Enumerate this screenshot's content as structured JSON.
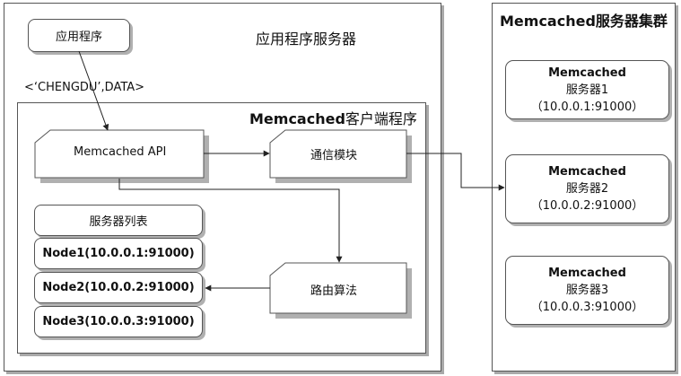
{
  "app_server": {
    "title": "应用程序服务器",
    "app_box": "应用程序",
    "request_label": "<‘CHENGDU’,DATA>"
  },
  "client": {
    "title_bold": "Memcached",
    "title_rest": "客户端程序",
    "api": "Memcached API",
    "comm": "通信模块",
    "routing": "路由算法",
    "server_list": {
      "header": "服务器列表",
      "nodes": [
        "Node1(10.0.0.1:91000)",
        "Node2(10.0.0.2:91000)",
        "Node3(10.0.0.3:91000)"
      ]
    }
  },
  "cluster": {
    "title_bold": "Memcached",
    "title_rest": "服务器集群",
    "servers": [
      {
        "name": "Memcached",
        "label": "服务器1",
        "addr": "（10.0.0.1:91000）"
      },
      {
        "name": "Memcached",
        "label": "服务器2",
        "addr": "（10.0.0.2:91000）"
      },
      {
        "name": "Memcached",
        "label": "服务器3",
        "addr": "（10.0.0.3:91000）"
      }
    ]
  }
}
